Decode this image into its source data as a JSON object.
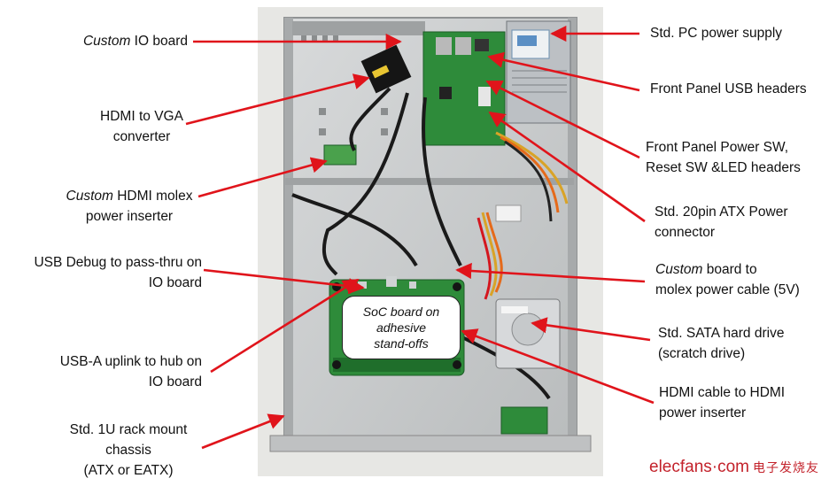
{
  "left_labels": [
    {
      "name": "label-custom-io-board",
      "italic": "Custom",
      "text": " IO board",
      "lines": 1
    },
    {
      "name": "label-hdmi-to-vga",
      "line1": "HDMI to VGA",
      "line2": "converter"
    },
    {
      "name": "label-custom-hdmi-molex",
      "italic": "Custom",
      "text": " HDMI molex",
      "line2": "power inserter"
    },
    {
      "name": "label-usb-debug",
      "line1": "USB Debug to pass-thru on",
      "line2": "IO board"
    },
    {
      "name": "label-usb-a-uplink",
      "line1": "USB-A uplink to hub on",
      "line2": "IO board"
    },
    {
      "name": "label-rack-chassis",
      "line1": "Std. 1U rack mount",
      "line2": "chassis",
      "line3": "(ATX or EATX)"
    }
  ],
  "right_labels": [
    {
      "name": "label-pc-power-supply",
      "line1": "Std. PC power supply"
    },
    {
      "name": "label-front-usb",
      "line1": "Front Panel USB headers"
    },
    {
      "name": "label-front-power-sw",
      "line1": "Front Panel Power SW,",
      "line2": "Reset SW &LED headers"
    },
    {
      "name": "label-atx-power",
      "line1": "Std. 20pin ATX Power",
      "line2": "connector"
    },
    {
      "name": "label-custom-board-molex",
      "italic": "Custom",
      "text": " board to",
      "line2": "molex power cable (5V)"
    },
    {
      "name": "label-sata-drive",
      "line1": "Std.  SATA hard drive",
      "line2": "(scratch drive)"
    },
    {
      "name": "label-hdmi-cable",
      "line1": "HDMI cable to HDMI",
      "line2": "power inserter"
    }
  ],
  "soc_box": {
    "line1": "SoC board on",
    "line2": "adhesive",
    "line3": "stand-offs"
  },
  "logo": {
    "text": "elecfans·com",
    "cn": "电子发烧友"
  },
  "colors": {
    "arrow": "#e0141b",
    "chassis": "#c9cbcc",
    "board": "#2e8b3a",
    "ribbon": "#d9a327"
  }
}
